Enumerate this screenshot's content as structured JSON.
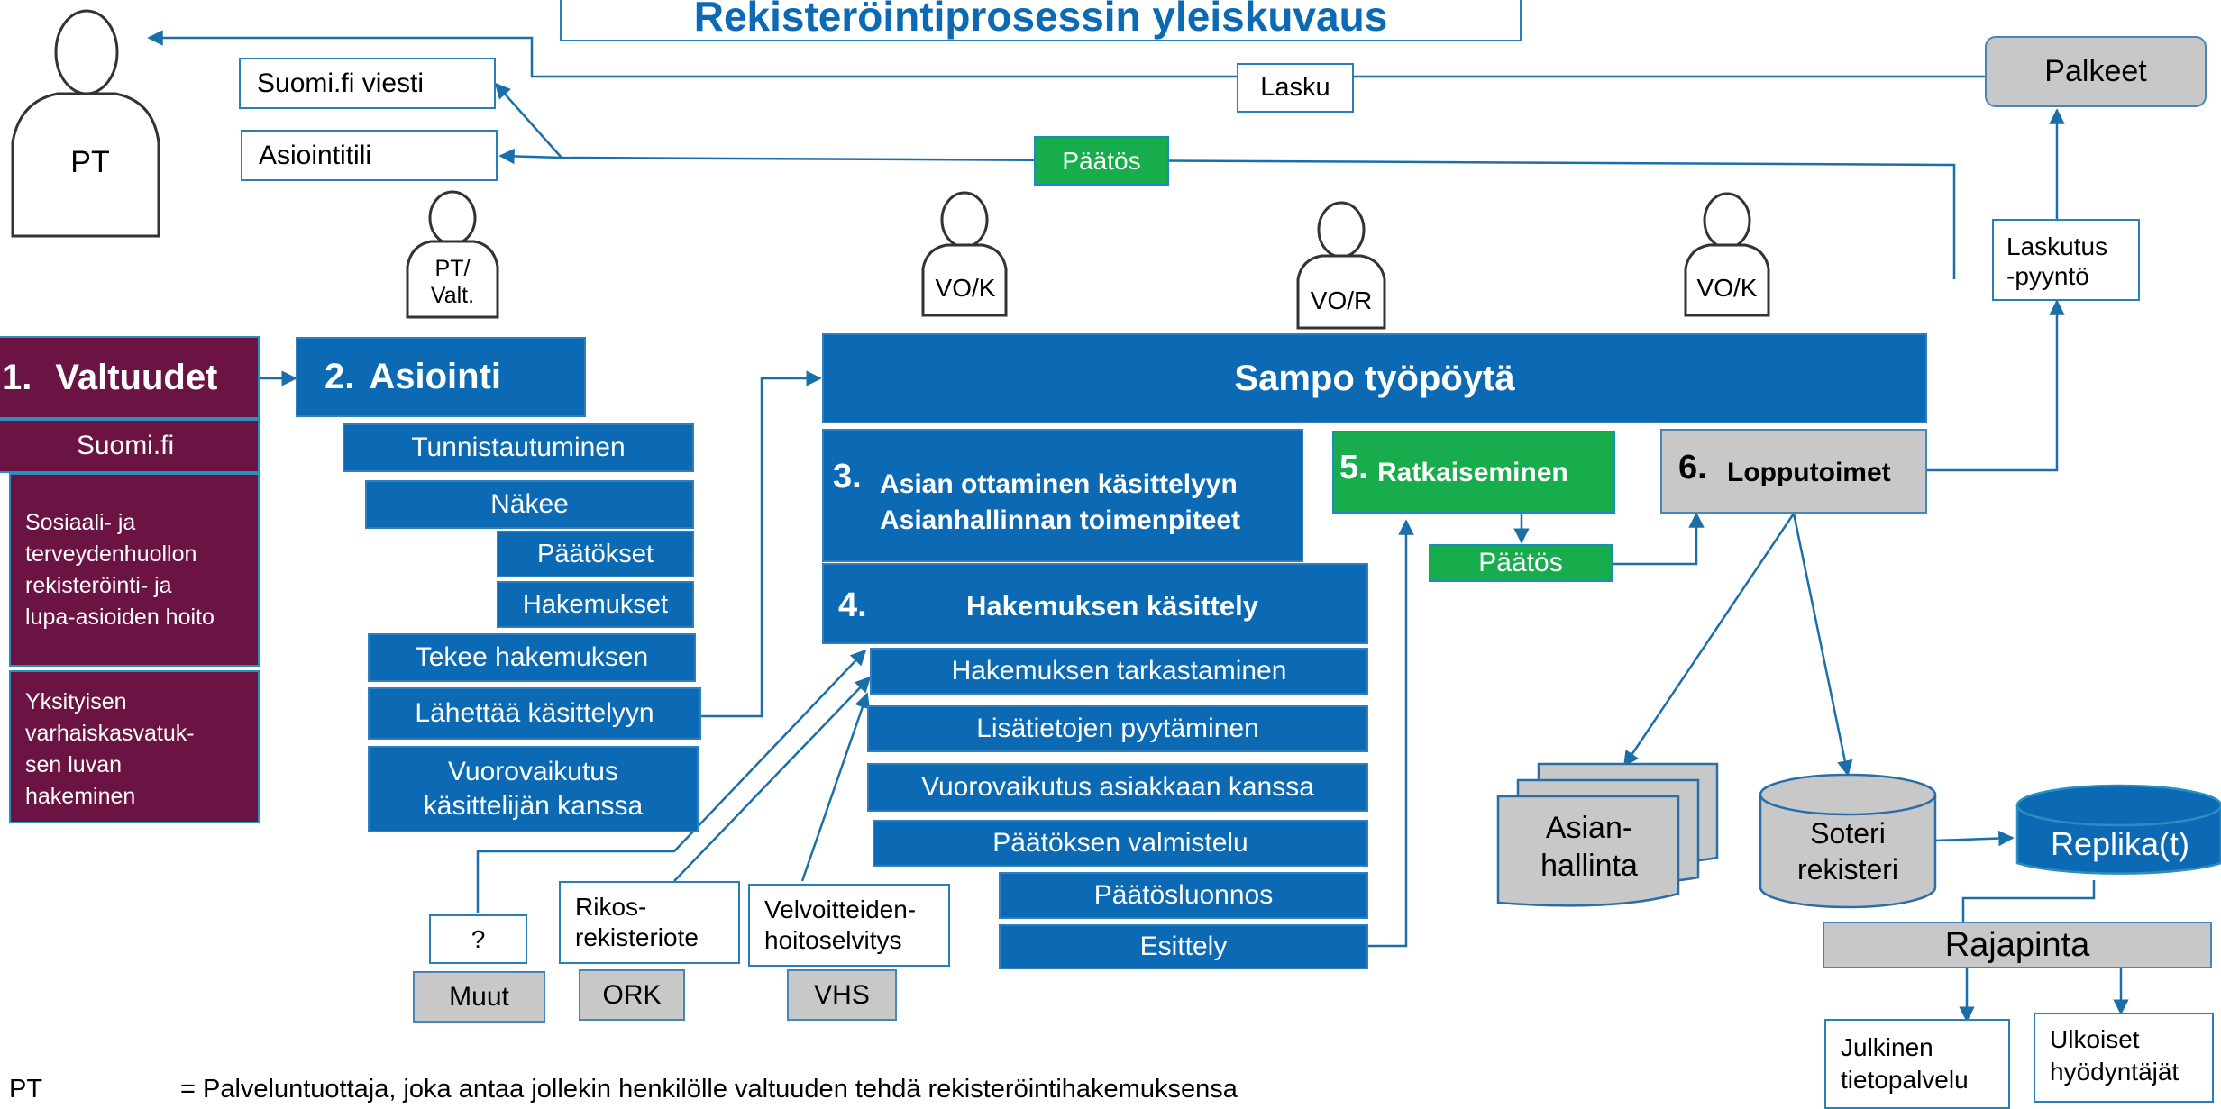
{
  "title": "Rekisteröintiprosessin yleiskuvaus",
  "actors": {
    "pt": "PT",
    "pt_valt": [
      "PT/",
      "Valt."
    ],
    "vo_k_1": "VO/K",
    "vo_r": "VO/R",
    "vo_k_2": "VO/K"
  },
  "channels": {
    "suomifi_viesti": "Suomi.fi viesti",
    "asiointitili": "Asiointitili",
    "lasku": "Lasku",
    "paatos_top": "Päätös",
    "palkeet": "Palkeet",
    "laskutus": [
      "Laskutus",
      "-pyyntö"
    ]
  },
  "valtuudet": {
    "number": "1.",
    "title": "Valtuudet",
    "sub": "Suomi.fi",
    "box1": [
      "Sosiaali- ja",
      "terveydenhuollon",
      "rekisteröinti- ja",
      "lupa-asioiden hoito"
    ],
    "box2": [
      "Yksityisen",
      "varhaiskasvatuk-",
      "sen luvan",
      "hakeminen"
    ]
  },
  "asiointi": {
    "number": "2.",
    "title": "Asiointi",
    "items": {
      "tunnistautuminen": "Tunnistautuminen",
      "nakee": "Näkee",
      "paatokset": "Päätökset",
      "hakemukset": "Hakemukset",
      "tekee": "Tekee hakemuksen",
      "lahettaa": "Lähettää käsittelyyn",
      "vuoro": [
        "Vuorovaikutus",
        "käsittelijän kanssa"
      ]
    }
  },
  "sampo": {
    "title": "Sampo työpöytä",
    "step3_number": "3.",
    "step3": [
      "Asian ottaminen käsittelyyn",
      "Asianhallinnan toimenpiteet"
    ],
    "step4_number": "4.",
    "step4": "Hakemuksen käsittely",
    "step4_items": {
      "tarkastaminen": "Hakemuksen tarkastaminen",
      "lisatiedot": "Lisätietojen pyytäminen",
      "vuoro": "Vuorovaikutus asiakkaan kanssa",
      "valmistelu": "Päätöksen valmistelu",
      "luonnos": "Päätösluonnos",
      "esittely": "Esittely"
    },
    "step5_number": "5.",
    "step5": "Ratkaiseminen",
    "step5_paatos": "Päätös",
    "step6_number": "6.",
    "step6": "Lopputoimet"
  },
  "sources": {
    "question": "?",
    "muut": "Muut",
    "rikos": [
      "Rikos-",
      "rekisteriote"
    ],
    "ork": "ORK",
    "velvoite": [
      "Velvoitteiden-",
      "hoitoselvitys"
    ],
    "vhs": "VHS"
  },
  "storage": {
    "asianhallinta": [
      "Asian-",
      "hallinta"
    ],
    "soteri": [
      "Soteri",
      "rekisteri"
    ],
    "replika": "Replika(t)",
    "rajapinta": "Rajapinta",
    "julkinen": [
      "Julkinen",
      "tietopalvelu"
    ],
    "ulkoiset": [
      "Ulkoiset",
      "hyödyntäjät"
    ]
  },
  "legend": {
    "key": "PT",
    "text": "= Palveluntuottaja, joka antaa jollekin henkilölle valtuuden tehdä rekisteröintihakemuksensa"
  }
}
